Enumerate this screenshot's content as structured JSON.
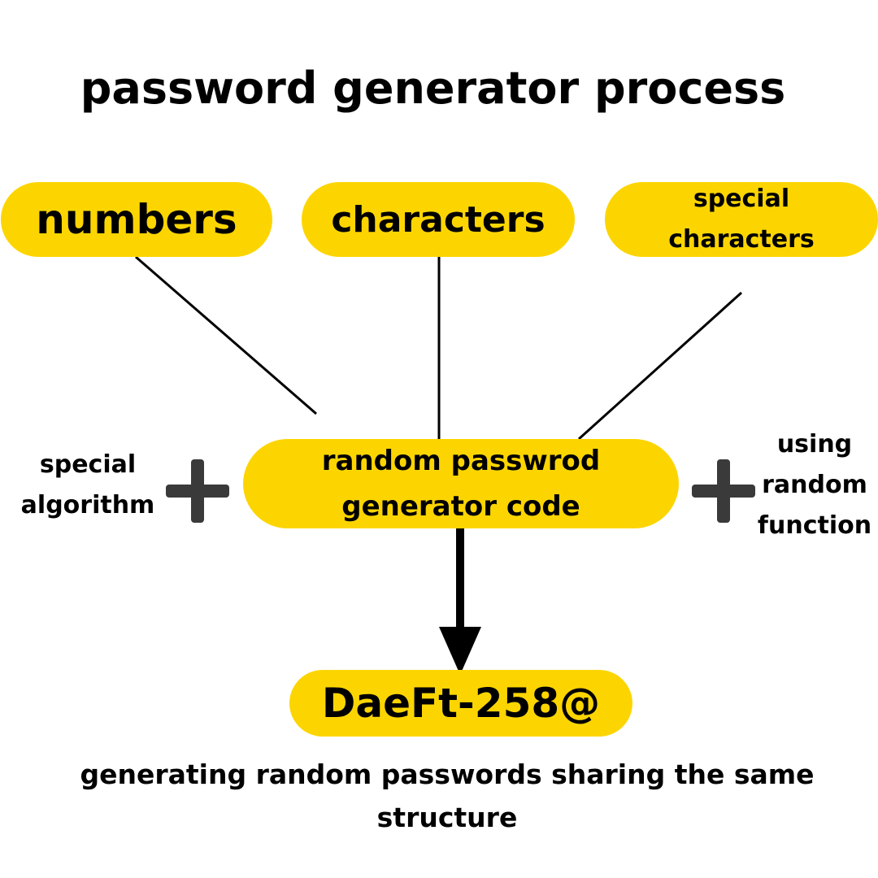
{
  "title": "password generator process",
  "inputs": {
    "numbers": "numbers",
    "characters": "characters",
    "special_characters_line1": "special",
    "special_characters_line2": "characters"
  },
  "generator": {
    "line1": "random passwrod",
    "line2": "generator code"
  },
  "left_label": {
    "line1": "special",
    "line2": "algorithm"
  },
  "right_label": {
    "line1": "using",
    "line2": "random",
    "line3": "function"
  },
  "output": "DaeFt-258@",
  "caption": {
    "line1": "generating random passwords sharing the same",
    "line2": "structure"
  },
  "colors": {
    "pill": "#fcd500",
    "plus": "#3a3a3a",
    "line": "#000000"
  },
  "icons": [
    "plus-icon",
    "plus-icon",
    "arrow-down-icon"
  ]
}
